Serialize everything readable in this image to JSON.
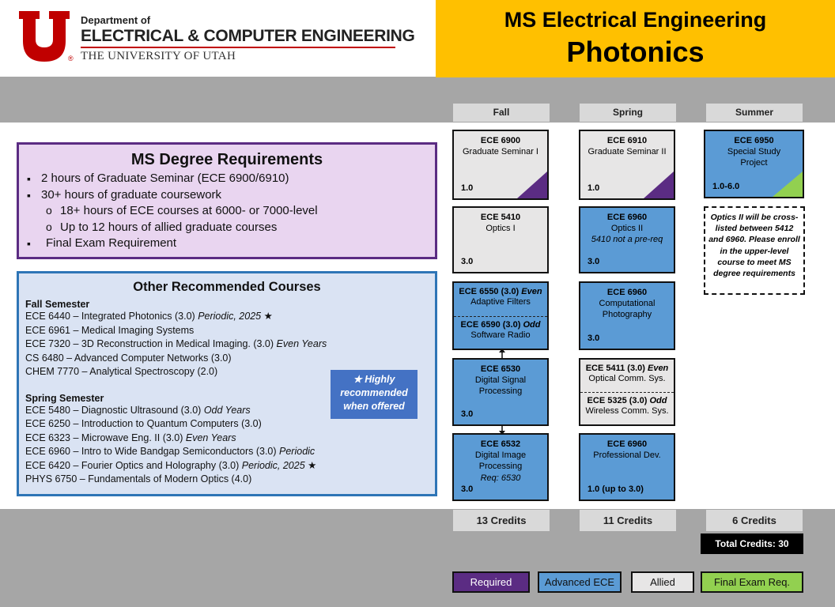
{
  "logo": {
    "dept_of": "Department of",
    "dept_name": "ELECTRICAL & COMPUTER ENGINEERING",
    "university": "THE UNIVERSITY OF UTAH",
    "reg": "®"
  },
  "title": {
    "line1": "MS Electrical Engineering",
    "line2": "Photonics"
  },
  "semesters": [
    "Fall",
    "Spring",
    "Summer"
  ],
  "courses": {
    "fall": [
      {
        "code": "ECE 6900",
        "name": "Graduate Seminar I",
        "credit": "1.0",
        "category": "Required"
      },
      {
        "code": "ECE 5410",
        "name": "Optics I",
        "credit": "3.0",
        "category": "Allied"
      },
      {
        "code_a": "ECE 6550 (3.0)",
        "tag_a": "Even",
        "name_a": "Adaptive Filters",
        "code_b": "ECE 6590 (3.0)",
        "tag_b": "Odd",
        "name_b": "Software Radio",
        "category": "Advanced ECE"
      },
      {
        "code": "ECE 6530",
        "name": "Digital Signal Processing",
        "credit": "3.0",
        "category": "Advanced ECE"
      },
      {
        "code": "ECE 6532",
        "name": "Digital Image Processing",
        "note": "Req: 6530",
        "credit": "3.0",
        "category": "Advanced ECE"
      }
    ],
    "spring": [
      {
        "code": "ECE 6910",
        "name": "Graduate Seminar II",
        "credit": "1.0",
        "category": "Required"
      },
      {
        "code": "ECE 6960",
        "name": "Optics II",
        "note": "5410 not a pre-req",
        "credit": "3.0",
        "category": "Advanced ECE"
      },
      {
        "code": "ECE 6960",
        "name": "Computational Photography",
        "credit": "3.0",
        "category": "Advanced ECE"
      },
      {
        "code_a": "ECE 5411 (3.0)",
        "tag_a": "Even",
        "name_a": "Optical Comm. Sys.",
        "code_b": "ECE 5325 (3.0)",
        "tag_b": "Odd",
        "name_b": "Wireless Comm. Sys.",
        "category": "Allied"
      },
      {
        "code": "ECE 6960",
        "name": "Professional Dev.",
        "credit": "1.0 (up to 3.0)",
        "category": "Advanced ECE"
      }
    ],
    "summer": [
      {
        "code": "ECE 6950",
        "name": "Special Study Project",
        "credit": "1.0-6.0",
        "category": "Final Exam Req."
      }
    ]
  },
  "summer_note": "Optics II will be cross-listed between 5412 and 6960. Please enroll in the upper-level course to meet MS degree requirements",
  "credits": {
    "fall": "13 Credits",
    "spring": "11 Credits",
    "summer": "6 Credits",
    "total": "Total Credits: 30"
  },
  "legend": [
    "Required",
    "Advanced ECE",
    "Allied",
    "Final Exam Req."
  ],
  "requirements": {
    "title": "MS Degree Requirements",
    "items": [
      "2 hours of Graduate Seminar (ECE 6900/6910)",
      "30+ hours of graduate coursework",
      "18+ hours of ECE courses at 6000- or 7000-level",
      "Up to 12 hours of allied graduate courses",
      "Final Exam Requirement"
    ]
  },
  "recommended": {
    "title": "Other Recommended Courses",
    "fall_label": "Fall Semester",
    "fall": [
      {
        "text": "ECE 6440  – Integrated Photonics (3.0) ",
        "note": "Periodic, 2025",
        "star": " ★"
      },
      {
        "text": "ECE 6961  – Medical Imaging Systems",
        "note": "",
        "star": ""
      },
      {
        "text": "ECE 7320  – 3D Reconstruction in Medical Imaging. (3.0) ",
        "note": "Even Years",
        "star": ""
      },
      {
        "text": "CS 6480  – Advanced Computer Networks (3.0)",
        "note": "",
        "star": ""
      },
      {
        "text": "CHEM 7770  – Analytical Spectroscopy (2.0)",
        "note": "",
        "star": ""
      }
    ],
    "spring_label": "Spring Semester",
    "spring": [
      {
        "text": "ECE 5480  – Diagnostic Ultrasound (3.0) ",
        "note": "Odd Years",
        "star": ""
      },
      {
        "text": "ECE 6250  – Introduction to Quantum Computers (3.0)",
        "note": "",
        "star": ""
      },
      {
        "text": "ECE 6323  – Microwave Eng. II (3.0) ",
        "note": "Even Years",
        "star": ""
      },
      {
        "text": "ECE 6960  – Intro to Wide Bandgap Semiconductors (3.0) ",
        "note": "Periodic",
        "star": ""
      },
      {
        "text": "ECE 6420  – Fourier Optics and Holography (3.0) ",
        "note": "Periodic, 2025",
        "star": " ★"
      },
      {
        "text": "PHYS 6750  – Fundamentals of Modern Optics (4.0)",
        "note": "",
        "star": ""
      }
    ],
    "highly": "★ Highly recommended when offered"
  }
}
